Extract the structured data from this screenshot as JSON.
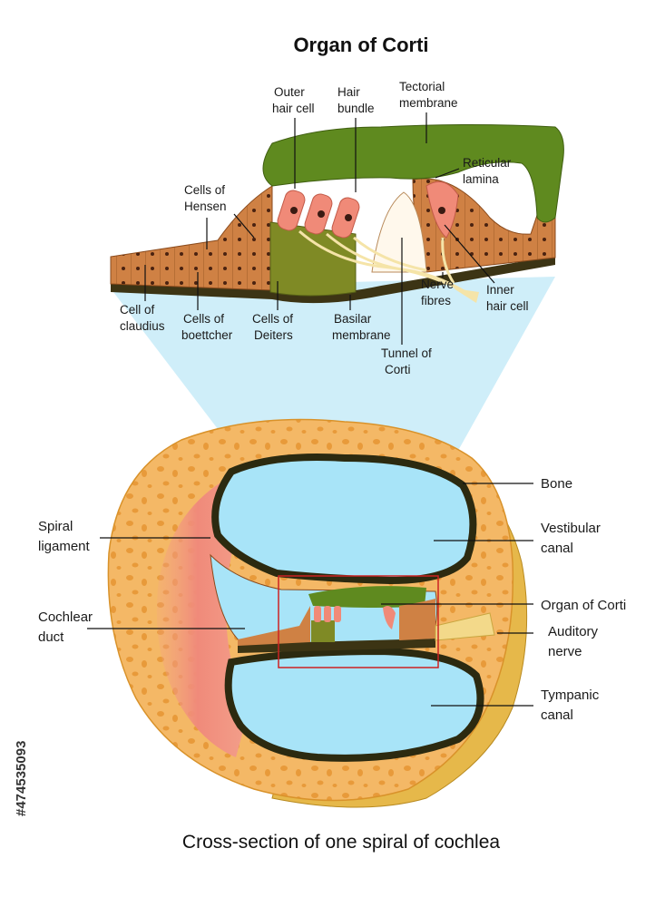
{
  "title": "Organ of Corti",
  "caption": "Cross-section of one spiral of cochlea",
  "stock_id": "#474535093",
  "labels": {
    "outer_hair_cell": [
      "Outer",
      "hair cell"
    ],
    "hair_bundle": [
      "Hair",
      "bundle"
    ],
    "tectorial_membrane": [
      "Tectorial",
      "membrane"
    ],
    "reticular_lamina": [
      "Reticular",
      "lamina"
    ],
    "cells_of_hensen": [
      "Cells of",
      "Hensen"
    ],
    "inner_hair_cell": [
      "Inner",
      "hair cell"
    ],
    "nerve_fibres": [
      "Nerve",
      "fibres"
    ],
    "cell_of_claudius": [
      "Cell of",
      "claudius"
    ],
    "cells_of_boettcher": [
      "Cells of",
      "boettcher"
    ],
    "cells_of_deiters": [
      "Cells of",
      "Deiters"
    ],
    "basilar_membrane": [
      "Basilar",
      "membrane"
    ],
    "tunnel_of_corti": [
      "Tunnel of",
      "Corti"
    ],
    "bone": [
      "Bone"
    ],
    "vestibular_canal": [
      "Vestibular",
      "canal"
    ],
    "spiral_ligament": [
      "Spiral",
      "ligament"
    ],
    "organ_of_corti": [
      "Organ of Corti"
    ],
    "cochlear_duct": [
      "Cochlear",
      "duct"
    ],
    "auditory_nerve": [
      "Auditory",
      "nerve"
    ],
    "tympanic_canal": [
      "Tympanic",
      "canal"
    ]
  },
  "colors": {
    "tectorial": "#5f8a1f",
    "tissue": "#c97a3a",
    "hair_cell": "#f08a78",
    "deiters": "#7f8a25",
    "bone": "#f4b866",
    "canal": "#a8e4f8",
    "highlight": "#bfe8f7",
    "ligament": "#f0907a",
    "frame": "#cc2222"
  }
}
